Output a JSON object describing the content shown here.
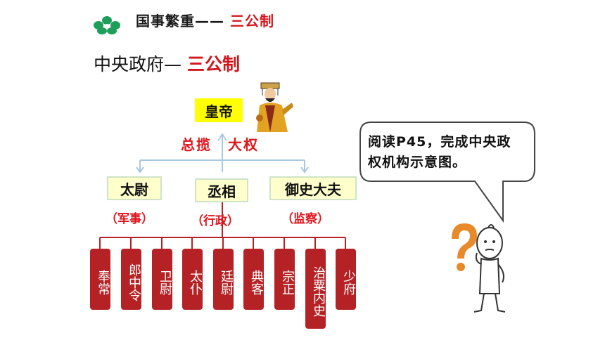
{
  "header": {
    "title": "国事繁重——",
    "accent": "三公制"
  },
  "subtitle": {
    "text": "中央政府—",
    "accent": "三公制"
  },
  "emperor": {
    "label": "皇帝"
  },
  "power_note": {
    "left": "总揽",
    "right": "大权"
  },
  "ministers": [
    {
      "label": "太尉",
      "role": "（军事）"
    },
    {
      "label": "丞相",
      "role": "（行政）"
    },
    {
      "label": "御史大夫",
      "role": "（监察）"
    }
  ],
  "offices": [
    "奉常",
    "郎中令",
    "卫尉",
    "太仆",
    "廷尉",
    "典客",
    "宗正",
    "治粟内史",
    "少府"
  ],
  "speech_bubble": {
    "text": "阅读P45，完成中央政权机构示意图。"
  },
  "colors": {
    "accent_red": "#d4141c",
    "office_red": "#b52226",
    "emperor_yellow": "#ffff00",
    "logo_green": "#1e9e5a",
    "arrow_blue": "#a8c8e0",
    "bubble_border": "#444444"
  },
  "icons": {
    "logo": "flower-icon",
    "emperor_figure": "emperor-figure-icon",
    "thinking_figure": "question-figure-icon"
  }
}
